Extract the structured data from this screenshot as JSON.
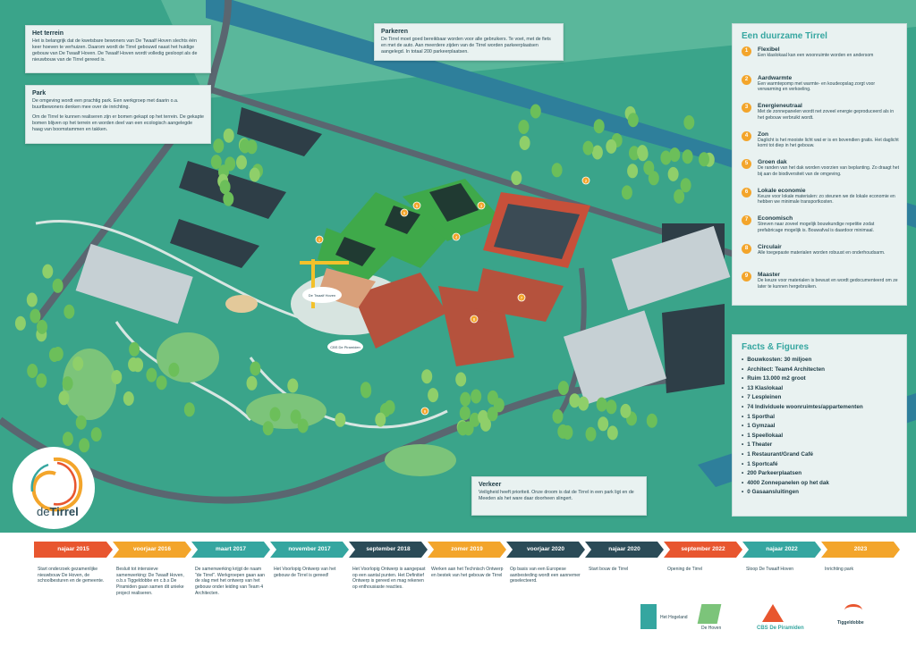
{
  "callouts": {
    "terrein": {
      "title": "Het terrein",
      "text": "Het is belangrijk dat de kwetsbare bewoners van De Twaalf Hoven slechts één keer hoeven te verhuizen. Daarom wordt de Tirrel gebouwd naast het huidige gebouw van De Twaalf Hoven. De Twaalf Hoven wordt volledig gesloopt als de nieuwbouw van de Tirrel gereed is."
    },
    "park": {
      "title": "Park",
      "text1": "De omgeving wordt een prachtig park. Een werkgroep met daarin o.a. buurtbewoners denken mee over de inrichting.",
      "text2": "Om de Tirrel te kunnen realiseren zijn er bomen gekapt op het terrein. De gekapte bomen blijven op het terrein en worden deel van een ecologisch aangelegde haag van boomstammen en takken."
    },
    "parkeren": {
      "title": "Parkeren",
      "text": "De Tirrel moet goed bereikbaar worden voor alle gebruikers. Te voet, met de fiets en met de auto. Aan meerdere zijden van de Tirrel worden parkeerplaatsen aangelegd. In totaal 200 parkeerplaatsen."
    },
    "verkeer": {
      "title": "Verkeer",
      "text": "Veiligheid heeft prioriteit. Onze droom is dat de Tirrel in een park ligt en de Meeden als het ware daar doorheen slingert."
    }
  },
  "duurzaam": {
    "title": "Een duurzame Tirrel",
    "items": [
      {
        "n": "1",
        "title": "Flexibel",
        "text": "Een klaslokaal kan een woonruimte worden en andersom"
      },
      {
        "n": "2",
        "title": "Aardwarmte",
        "text": "Een warmtepomp met warmte- en koudeopslag zorgt voor verwarming en verkoeling."
      },
      {
        "n": "3",
        "title": "Energieneutraal",
        "text": "Met de zonnepanelen wordt net zoveel energie geproduceerd als in het gebouw verbruikt wordt."
      },
      {
        "n": "4",
        "title": "Zon",
        "text": "Daglicht is het mooiste licht wat er is en bovendien gratis. Het daglicht komt tot diep in het gebouw."
      },
      {
        "n": "5",
        "title": "Groen dak",
        "text": "De randen van het dak worden voorzien van beplanting. Zo draagt het bij aan de biodiversiteit van de omgeving."
      },
      {
        "n": "6",
        "title": "Lokale economie",
        "text": "Keuze voor lokale materialen: zo steunen we de lokale economie en hebben we minimale transportkosten."
      },
      {
        "n": "7",
        "title": "Economisch",
        "text": "Streven naar zoveel mogelijk bouwkundige repetitie zodat prefabricage mogelijk is. Bouwafval is daardoor minimaal."
      },
      {
        "n": "8",
        "title": "Circulair",
        "text": "Alle toegepaste materialen worden robuust en onderhoudsarm."
      },
      {
        "n": "9",
        "title": "Maaster",
        "text": "De keuze voor materialen is bewust en wordt gedocumenteerd om ze later te kunnen hergebruiken."
      }
    ]
  },
  "facts": {
    "title": "Facts & Figures",
    "items": [
      "Bouwkosten: 30 miljoen",
      "Architect: Team4 Architecten",
      "Ruim 13.000 m2 groot",
      "13 Klaslokaal",
      "7 Lespleinen",
      "74 Individuele woonruimtes/appartementen",
      "1 Sporthal",
      "1 Gymzaal",
      "1 Speellokaal",
      "1 Theater",
      "1 Restaurant/Grand Café",
      "1 Sportcafé",
      "200 Parkeerplaatsen",
      "4000 Zonnepanelen op het dak",
      "0 Gasaansluitingen"
    ]
  },
  "map_labels": {
    "school1": "De Twaalf Hoven",
    "school2": "CBS De Piramiden"
  },
  "logo": {
    "prefix": "de",
    "name": "Tirrel"
  },
  "timeline": [
    {
      "label": "najaar 2015",
      "color": "#e8562f",
      "text": "Start onderzoek gezamenlijke nieuwbouw De Hoven, de schoolbesturen en de gemeente."
    },
    {
      "label": "voorjaar 2016",
      "color": "#f3a52b",
      "text": "Besluit tot intensieve samenwerking: De Twaalf Hoven, o.b.s Tiggeldobbe en c.b.s De Piramiden gaan samen dit unieke project realiseren."
    },
    {
      "label": "maart 2017",
      "color": "#35a6a0",
      "text": "De samenwerking krijgt de naam \"de Tirrel\". Werkgroepen gaan aan de slag met het ontwerp van het gebouw onder leiding van Team 4 Architecten."
    },
    {
      "label": "november 2017",
      "color": "#35a6a0",
      "text": "Het Voorlopig Ontwerp van het gebouw de Tirrel is gereed!"
    },
    {
      "label": "september 2018",
      "color": "#2b4b57",
      "text": "Het Voorlopig Ontwerp is aangepast op een aantal punten. Het Definitief Ontwerp is gereed en mag rekenen op enthousiaste reacties."
    },
    {
      "label": "zomer 2019",
      "color": "#f3a52b",
      "text": "Werken aan het Technisch Ontwerp en bestek van het gebouw de Tirrel"
    },
    {
      "label": "voorjaar 2020",
      "color": "#2b4b57",
      "text": "Op basis van een Europese aanbesteding wordt een aannemer geselecteerd."
    },
    {
      "label": "najaar 2020",
      "color": "#2b4b57",
      "text": "Start bouw de Tirrel"
    },
    {
      "label": "september 2022",
      "color": "#e8562f",
      "text": "Opening de Tirrel"
    },
    {
      "label": "najaar 2022",
      "color": "#35a6a0",
      "text": "Sloop De Twaalf Hoven"
    },
    {
      "label": "2023",
      "color": "#f3a52b",
      "text": "Inrichting park"
    }
  ],
  "partners": {
    "gemeente": "Het Hogeland",
    "hoven": "De Hoven",
    "piramiden": "CBS De Piramiden",
    "tiggeldobbe": "Tiggeldobbe"
  }
}
